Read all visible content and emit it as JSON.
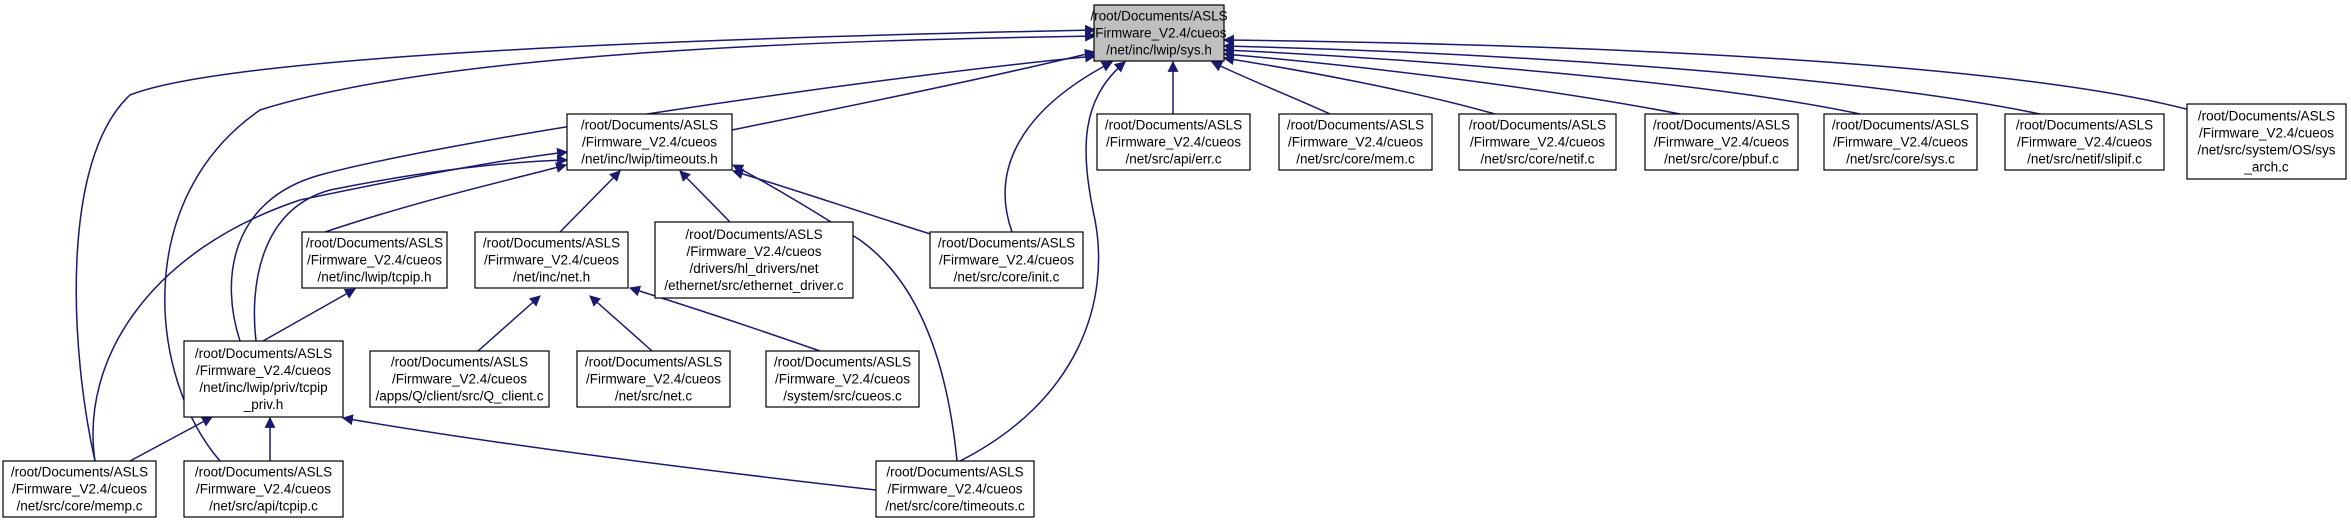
{
  "graph": {
    "edge_color": "#191970",
    "root_fill": "#bfbfbf",
    "node_fill": "#ffffff",
    "nodes": [
      {
        "id": "sys_h",
        "lines": [
          "/root/Documents/ASLS",
          "/Firmware_V2.4/cueos",
          "/net/inc/lwip/sys.h"
        ]
      },
      {
        "id": "timeouts_h",
        "lines": [
          "/root/Documents/ASLS",
          "/Firmware_V2.4/cueos",
          "/net/inc/lwip/timeouts.h"
        ]
      },
      {
        "id": "err_c",
        "lines": [
          "/root/Documents/ASLS",
          "/Firmware_V2.4/cueos",
          "/net/src/api/err.c"
        ]
      },
      {
        "id": "mem_c",
        "lines": [
          "/root/Documents/ASLS",
          "/Firmware_V2.4/cueos",
          "/net/src/core/mem.c"
        ]
      },
      {
        "id": "netif_c",
        "lines": [
          "/root/Documents/ASLS",
          "/Firmware_V2.4/cueos",
          "/net/src/core/netif.c"
        ]
      },
      {
        "id": "pbuf_c",
        "lines": [
          "/root/Documents/ASLS",
          "/Firmware_V2.4/cueos",
          "/net/src/core/pbuf.c"
        ]
      },
      {
        "id": "sys_c",
        "lines": [
          "/root/Documents/ASLS",
          "/Firmware_V2.4/cueos",
          "/net/src/core/sys.c"
        ]
      },
      {
        "id": "slipif_c",
        "lines": [
          "/root/Documents/ASLS",
          "/Firmware_V2.4/cueos",
          "/net/src/netif/slipif.c"
        ]
      },
      {
        "id": "sys_arch_c",
        "lines": [
          "/root/Documents/ASLS",
          "/Firmware_V2.4/cueos",
          "/net/src/system/OS/sys",
          "_arch.c"
        ]
      },
      {
        "id": "tcpip_h",
        "lines": [
          "/root/Documents/ASLS",
          "/Firmware_V2.4/cueos",
          "/net/inc/lwip/tcpip.h"
        ]
      },
      {
        "id": "net_h",
        "lines": [
          "/root/Documents/ASLS",
          "/Firmware_V2.4/cueos",
          "/net/inc/net.h"
        ]
      },
      {
        "id": "ethernet_c",
        "lines": [
          "/root/Documents/ASLS",
          "/Firmware_V2.4/cueos",
          "/drivers/hl_drivers/net",
          "/ethernet/src/ethernet_driver.c"
        ]
      },
      {
        "id": "init_c",
        "lines": [
          "/root/Documents/ASLS",
          "/Firmware_V2.4/cueos",
          "/net/src/core/init.c"
        ]
      },
      {
        "id": "tcpip_priv_h",
        "lines": [
          "/root/Documents/ASLS",
          "/Firmware_V2.4/cueos",
          "/net/inc/lwip/priv/tcpip",
          "_priv.h"
        ]
      },
      {
        "id": "q_client_c",
        "lines": [
          "/root/Documents/ASLS",
          "/Firmware_V2.4/cueos",
          "/apps/Q/client/src/Q_client.c"
        ]
      },
      {
        "id": "net_c",
        "lines": [
          "/root/Documents/ASLS",
          "/Firmware_V2.4/cueos",
          "/net/src/net.c"
        ]
      },
      {
        "id": "cueos_c",
        "lines": [
          "/root/Documents/ASLS",
          "/Firmware_V2.4/cueos",
          "/system/src/cueos.c"
        ]
      },
      {
        "id": "memp_c",
        "lines": [
          "/root/Documents/ASLS",
          "/Firmware_V2.4/cueos",
          "/net/src/core/memp.c"
        ]
      },
      {
        "id": "api_tcpip_c",
        "lines": [
          "/root/Documents/ASLS",
          "/Firmware_V2.4/cueos",
          "/net/src/api/tcpip.c"
        ]
      },
      {
        "id": "timeouts_c",
        "lines": [
          "/root/Documents/ASLS",
          "/Firmware_V2.4/cueos",
          "/net/src/core/timeouts.c"
        ]
      }
    ]
  }
}
